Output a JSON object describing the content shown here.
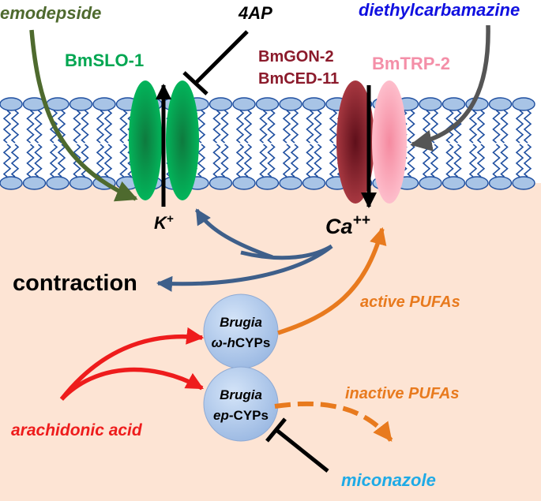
{
  "drugs": {
    "emodepside": "emodepside",
    "four_ap": "4AP",
    "diethylcarbamazine": "diethylcarbamazine",
    "miconazole": "miconazole"
  },
  "channels": {
    "bmslo1": "BmSLO-1",
    "bmgon2": "BmGON-2",
    "bmced11": "BmCED-11",
    "bmtrp2": "BmTRP-2"
  },
  "ions": {
    "k_base": "K",
    "k_sup": "+",
    "ca_base": "Ca",
    "ca_sup": "++"
  },
  "outputs": {
    "contraction": "contraction",
    "active_pufas": "active PUFAs",
    "inactive_pufas": "inactive PUFAs"
  },
  "enzymes": {
    "omega_line1": "Brugia",
    "omega_line2_italic": "ω-h",
    "omega_line2_plain": "CYPs",
    "ep_line1": "Brugia",
    "ep_line2_italic": "ep",
    "ep_line2_plain": "-CYPs"
  },
  "substrate": {
    "arachidonic_acid": "arachidonic acid"
  },
  "colors": {
    "emodepside": "#4e6a2e",
    "bmslo1": "#00a651",
    "bmgon2": "#8b1a2b",
    "bmtrp2": "#f48fa8",
    "diethylcarbamazine": "#1010e0",
    "miconazole": "#1eaae6",
    "active_pufas": "#e87a1e",
    "arachidonic_acid": "#ee1c1c",
    "cell_interior": "#fde4d4",
    "membrane": "#1f4fa0",
    "lipid_head": "#a8c4e6",
    "blue_arrow": "#3e5f8a"
  }
}
